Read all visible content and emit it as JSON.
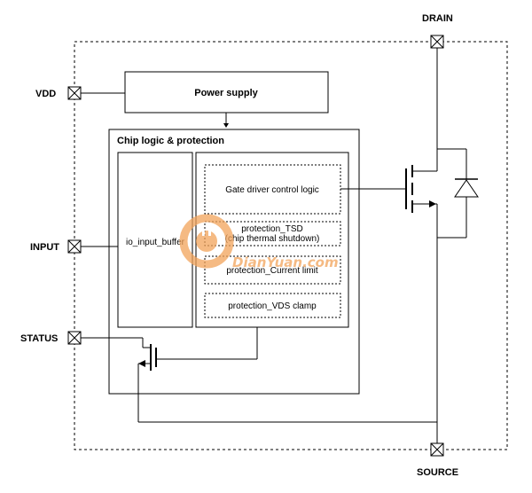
{
  "pins": {
    "vdd": "VDD",
    "input": "INPUT",
    "status": "STATUS",
    "drain": "DRAIN",
    "source": "SOURCE"
  },
  "blocks": {
    "power_supply": "Power supply",
    "chip_logic": "Chip logic & protection",
    "io_input_buffer": "io_input_buffer",
    "gate_driver": "Gate driver control logic",
    "protection_tsd_line1": "protection_TSD",
    "protection_tsd_line2": "(chip thermal shutdown)",
    "protection_current": "protection_Current limit",
    "protection_vds": "protection_VDS clamp"
  },
  "watermark": {
    "text": "DianYuan.com",
    "color": "#f2a35a"
  },
  "colors": {
    "line": "#000000",
    "background": "#ffffff"
  }
}
